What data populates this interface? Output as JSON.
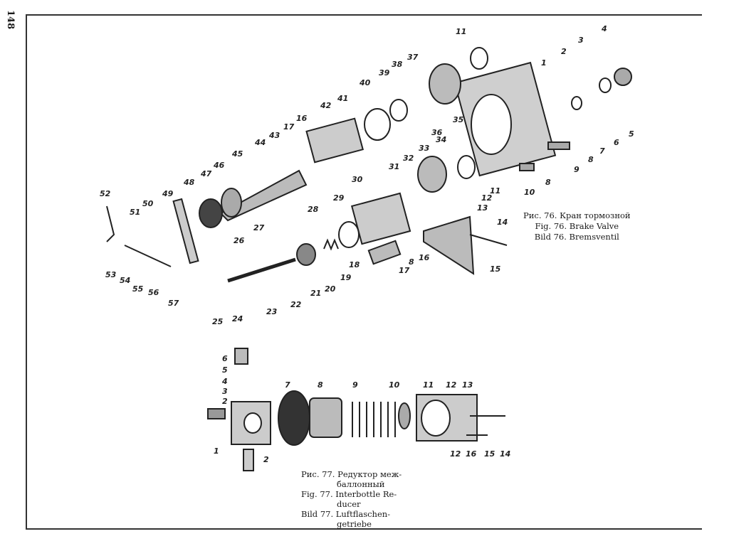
{
  "page_number": "148",
  "figure76": {
    "caption": [
      "Рис. 76. Кран тормозной",
      "Fig. 76. Brake Valve",
      "Bild 76. Bremsventil"
    ],
    "callouts": [
      "11",
      "37",
      "38",
      "39",
      "40",
      "1",
      "2",
      "3",
      "4",
      "5",
      "6",
      "7",
      "8",
      "9",
      "10",
      "8",
      "36",
      "35",
      "34",
      "33",
      "32",
      "31",
      "11",
      "12",
      "13",
      "14",
      "15",
      "42",
      "41",
      "16",
      "17",
      "43",
      "44",
      "45",
      "46",
      "47",
      "48",
      "49",
      "50",
      "51",
      "52",
      "53",
      "54",
      "55",
      "56",
      "57",
      "25",
      "24",
      "23",
      "22",
      "21",
      "20",
      "19",
      "18",
      "26",
      "27",
      "28",
      "29",
      "30",
      "16",
      "17",
      "8"
    ]
  },
  "figure77": {
    "caption": [
      "Рис. 77. Редуктор меж-",
      "баллонный",
      "Fig. 77. Interbottle Re-",
      "ducer",
      "Bild 77. Luftflaschen-",
      "getriebe"
    ],
    "callouts": [
      "6",
      "5",
      "4",
      "3",
      "2",
      "1",
      "2",
      "7",
      "8",
      "9",
      "10",
      "11",
      "12",
      "13",
      "12",
      "16",
      "15",
      "14"
    ]
  }
}
